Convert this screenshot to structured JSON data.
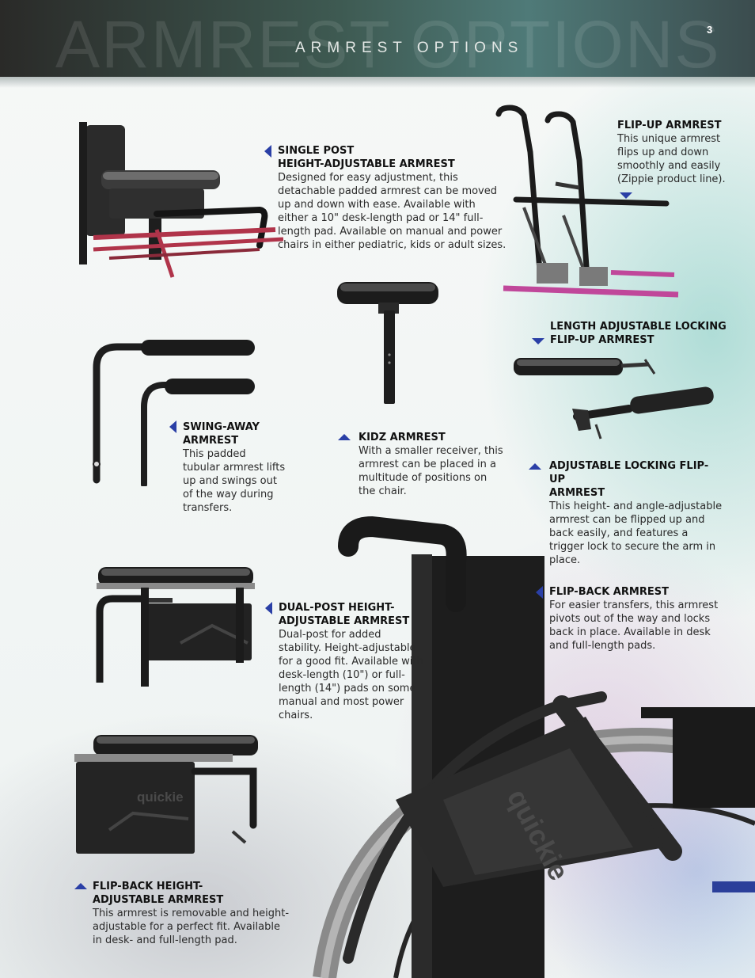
{
  "header": {
    "ghost_text": "ARMREST OPTIONS",
    "title": "ARMREST OPTIONS",
    "page_number": "3"
  },
  "captions": {
    "single_post": {
      "title_line1": "SINGLE POST",
      "title_line2": "HEIGHT-ADJUSTABLE ARMREST",
      "body": "Designed for easy adjustment, this detachable padded armrest can be moved up and down with ease.  Available with either a 10\" desk-length pad or 14\" full-length pad. Available on manual and power chairs in either pediatric, kids or adult sizes."
    },
    "flip_up": {
      "title": "FLIP-UP ARMREST",
      "body": "This unique armrest flips up and down smoothly and easily (Zippie product line)."
    },
    "length_adjustable": {
      "title_line1": "LENGTH ADJUSTABLE LOCKING",
      "title_line2": "FLIP-UP ARMREST"
    },
    "swing_away": {
      "title_line1": "SWING-AWAY",
      "title_line2": "ARMREST",
      "body": "This padded tubular armrest lifts up and swings out of the way during transfers."
    },
    "kidz": {
      "title": "KIDZ ARMREST",
      "body": "With a smaller receiver, this armrest can be placed in a multitude of positions on the chair."
    },
    "adjustable_locking": {
      "title_line1": "ADJUSTABLE LOCKING FLIP-UP",
      "title_line2": "ARMREST",
      "body": "This height- and angle-adjustable armrest can be flipped up and back easily, and features a trigger lock to secure the arm in place."
    },
    "flip_back": {
      "title": "FLIP-BACK ARMREST",
      "body": "For easier transfers, this armrest pivots out of the way and locks back in place.  Available in desk and full-length pads."
    },
    "dual_post": {
      "title_line1": "DUAL-POST HEIGHT-",
      "title_line2": "ADJUSTABLE ARMREST",
      "body": "Dual-post for added stability.  Height-adjustable for a good fit.  Available with desk-length (10\") or full-length (14\") pads on some manual and most power chairs."
    },
    "flip_back_height": {
      "title_line1": "FLIP-BACK HEIGHT-",
      "title_line2": "ADJUSTABLE ARMREST",
      "body": "This armrest is removable and height-adjustable for a perfect fit.  Available in desk- and full-length pad."
    }
  },
  "logo_texts": {
    "dual_post_plate": "quickie",
    "wheelchair_plate": "quickie"
  },
  "colors": {
    "accent_triangle": "#2a3fa6",
    "frame_red": "#b0344a",
    "frame_pink": "#c0479a",
    "frame_blue": "#2b3f9a"
  }
}
